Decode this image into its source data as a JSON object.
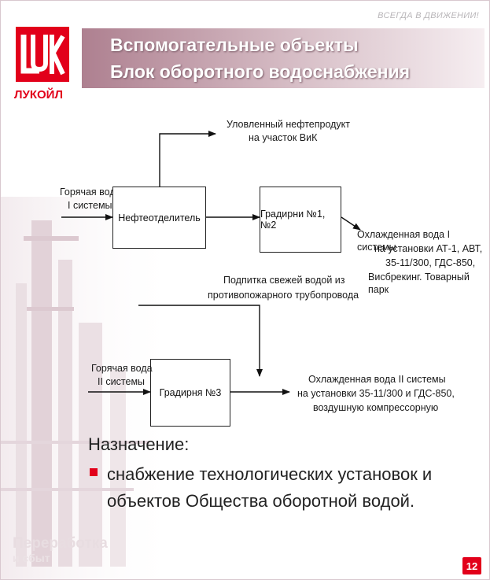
{
  "slogan": "ВСЕГДА В ДВИЖЕНИИ!",
  "brand": {
    "logo_letters": "LUK",
    "logo_text": "ЛУКОЙЛ",
    "red": "#e2001a"
  },
  "title": {
    "line1": "Вспомогательные объекты",
    "line2": "Блок оборотного водоснабжения"
  },
  "diagram": {
    "input1": {
      "line1": "Горячая вода",
      "line2": "I системы"
    },
    "input2": {
      "line1": "Горячая вода",
      "line2": "II системы"
    },
    "box_separator": "Нефтеотделитель",
    "box_tower12": "Градирни №1, №2",
    "box_tower3": "Градирня №3",
    "recovered": {
      "line1": "Уловленный нефтепродукт",
      "line2": "на участок ВиК"
    },
    "makeup": {
      "line1": "Подпитка свежей водой из",
      "line2": "противопожарного трубопровода"
    },
    "output1": {
      "line1": "Охлажденная вода I системы",
      "line2": "на установки АТ-1, АВТ,",
      "line3": "35-11/300, ГДС-850,",
      "line4": "Висбрекинг. Товарный парк"
    },
    "output2": {
      "line1": "Охлажденная вода II системы",
      "line2": "на установки 35-11/300 и ГДС-850,",
      "line3": "воздушную компрессорную"
    }
  },
  "purpose": {
    "heading": "Назначение:",
    "line1": "снабжение технологических установок и",
    "line2": "объектов Общества оборотной водой."
  },
  "footer": {
    "division_line1": "Переработка",
    "division_line2": "и сбыт",
    "page_number": "12"
  }
}
